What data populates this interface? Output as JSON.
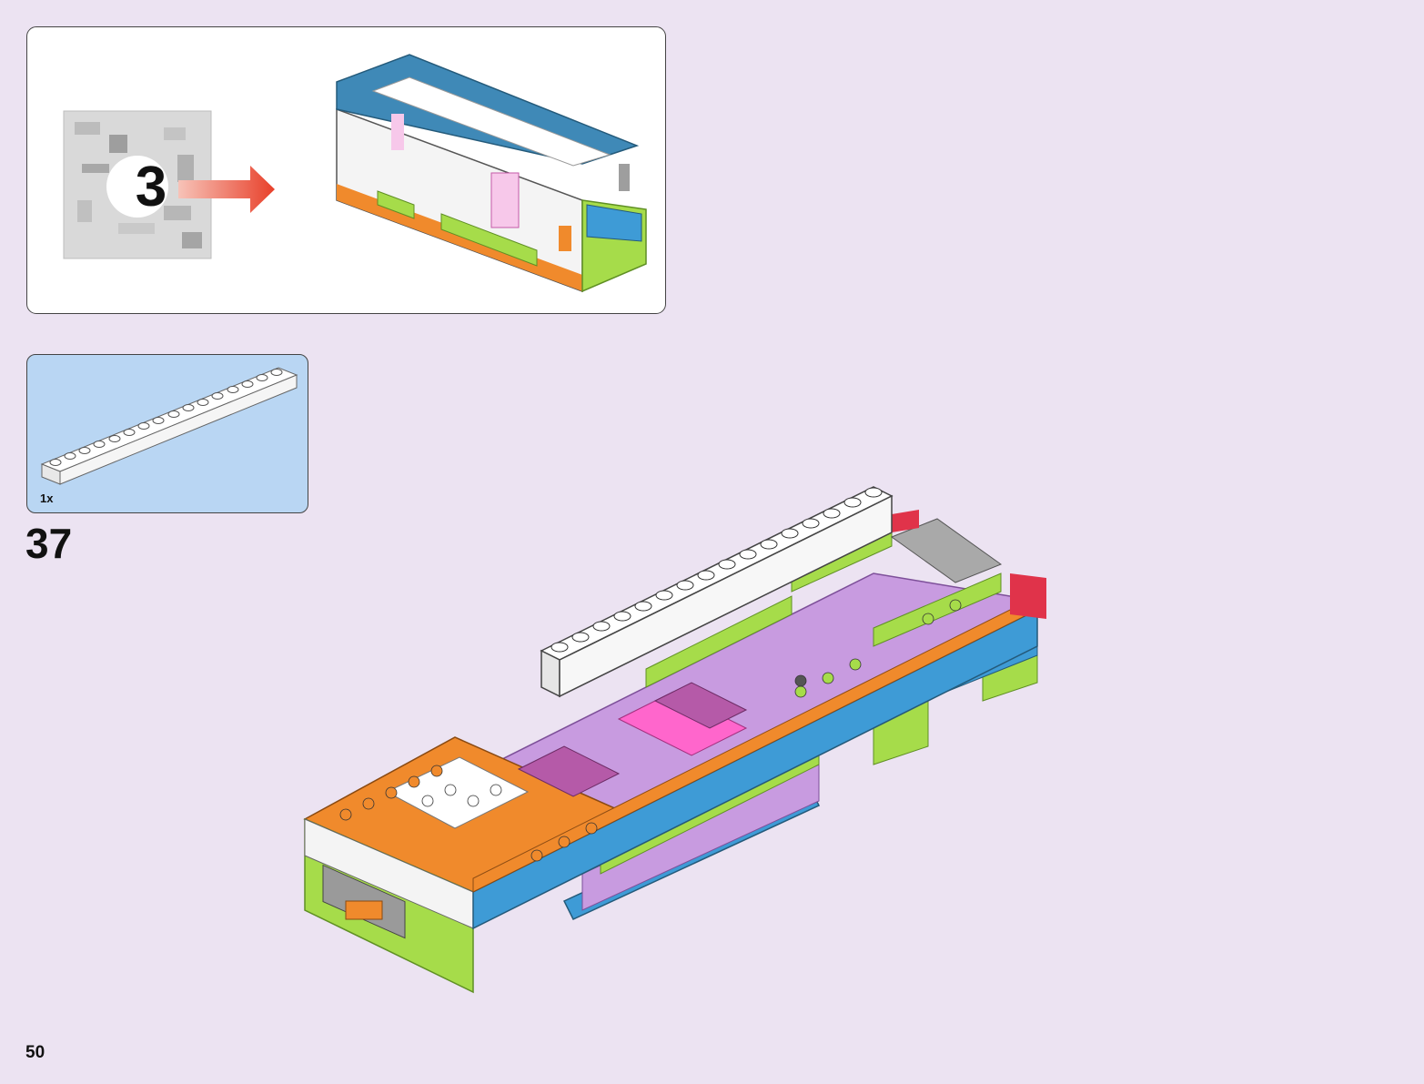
{
  "callout": {
    "bag_number": "3",
    "arrow_color": "#e8402a"
  },
  "parts": {
    "quantity": "1x",
    "part_color": "#ffffff"
  },
  "step": {
    "number": "37"
  },
  "page": {
    "number": "50"
  },
  "colors": {
    "background": "#ece3f2",
    "parts_box": "#b9d6f3",
    "orange": "#f08a2c",
    "lime": "#a6dc4a",
    "lavender": "#c89be0",
    "azure": "#3e9bd6",
    "magenta": "#ff66cc",
    "gray": "#a9a9a9"
  }
}
